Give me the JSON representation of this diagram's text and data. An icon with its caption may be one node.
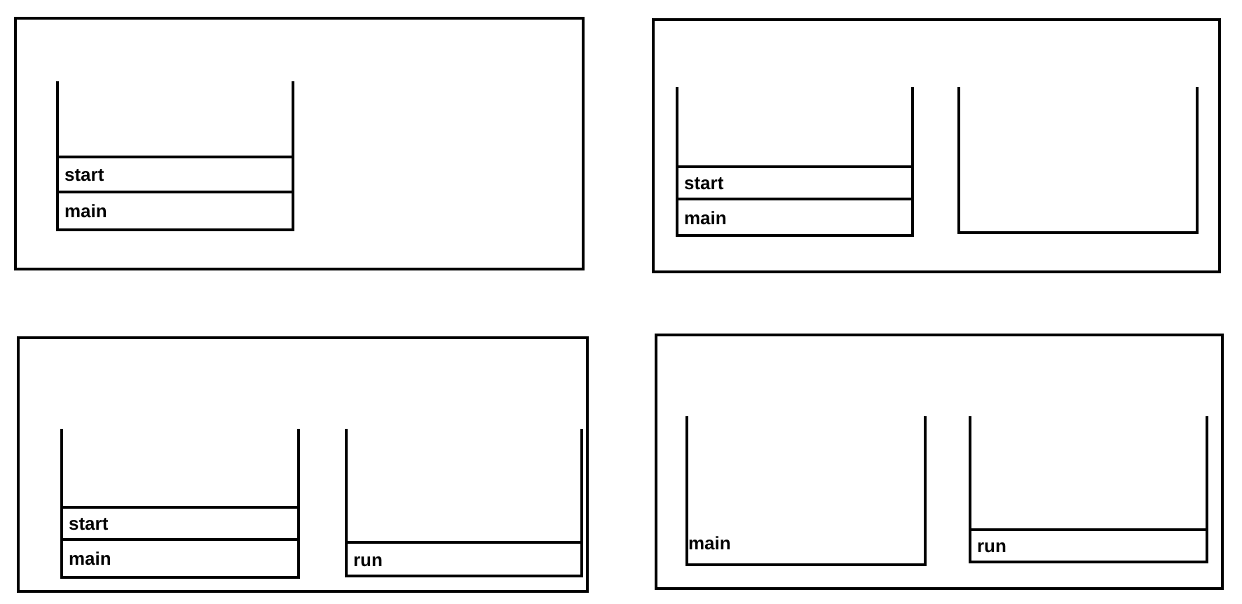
{
  "diagram": {
    "nodes": [
      {
        "text": [],
        "shape": "box"
      },
      {
        "text": [],
        "shape": "tray",
        "in": 0
      },
      {
        "text": [
          "start"
        ],
        "in": 1
      },
      {
        "text": [
          "main"
        ],
        "in": 1
      },
      {
        "text": [],
        "shape": "box"
      },
      {
        "text": [],
        "shape": "tray",
        "in": 4
      },
      {
        "text": [
          "start"
        ],
        "in": 5
      },
      {
        "text": [
          "main"
        ],
        "in": 5
      },
      {
        "text": [],
        "shape": "tray",
        "in": 4
      },
      {
        "text": [],
        "shape": "box"
      },
      {
        "text": [],
        "shape": "tray",
        "in": 9
      },
      {
        "text": [
          "start"
        ],
        "in": 10
      },
      {
        "text": [
          "main"
        ],
        "in": 10
      },
      {
        "text": [],
        "shape": "tray",
        "in": 9
      },
      {
        "text": [
          "run"
        ],
        "in": 13
      },
      {
        "text": [],
        "shape": "box"
      },
      {
        "text": [],
        "shape": "tray",
        "in": 15
      },
      {
        "text": [],
        "shape": "tray",
        "in": 15
      },
      {
        "text": [
          "run"
        ],
        "in": 17
      }
    ],
    "labels": [
      "main"
    ]
  }
}
